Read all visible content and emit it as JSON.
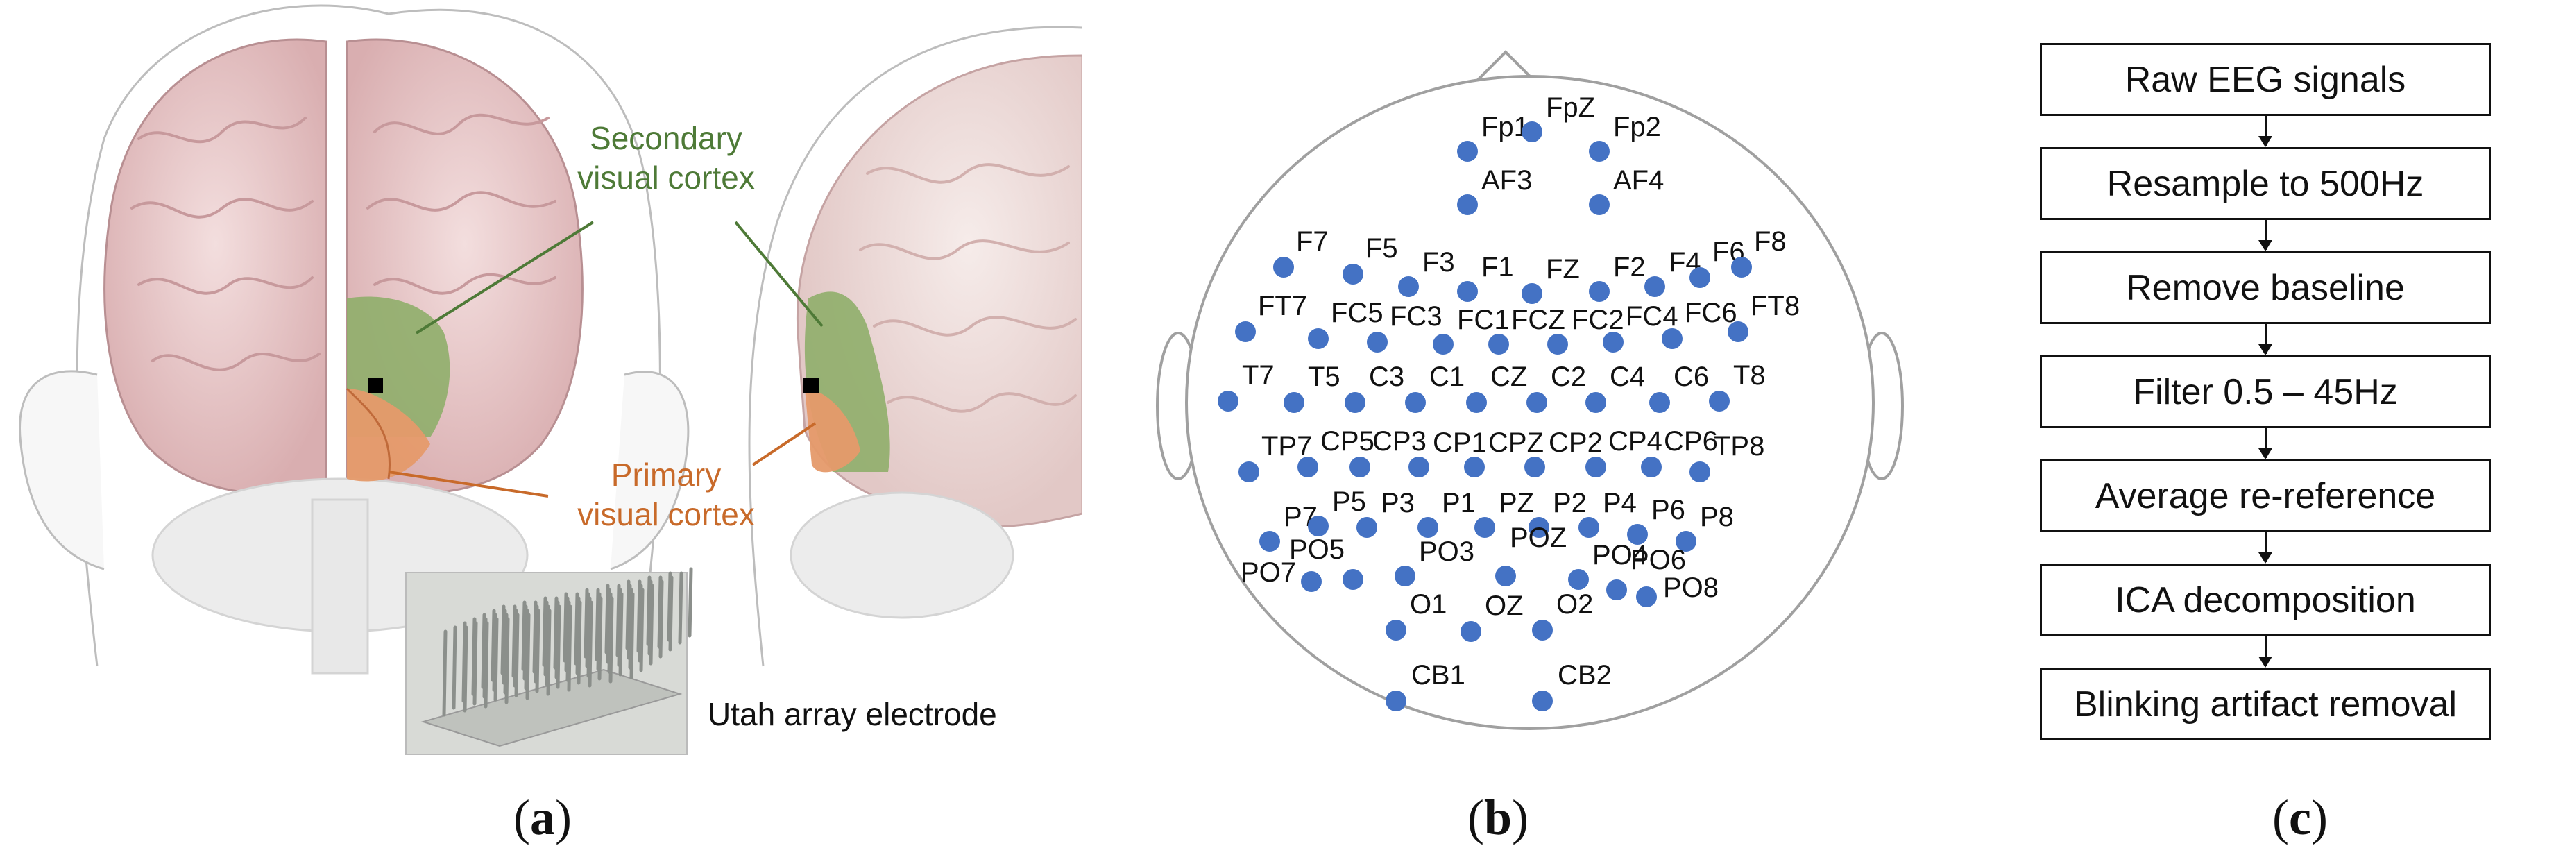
{
  "panel_a": {
    "caption_letter": "a",
    "secondary_label": [
      "Secondary",
      "visual cortex"
    ],
    "primary_label": [
      "Primary",
      "visual cortex"
    ],
    "utah_label": "Utah array electrode",
    "colors": {
      "secondary": "#8fae6a",
      "primary": "#e59a6a",
      "brain": "#e8c6c6"
    }
  },
  "panel_b": {
    "caption_letter": "b",
    "electrode_color": "#4472c4",
    "electrodes": [
      "Fp1",
      "FpZ",
      "Fp2",
      "AF3",
      "AF4",
      "F7",
      "F5",
      "F3",
      "F1",
      "FZ",
      "F2",
      "F4",
      "F6",
      "F8",
      "FT7",
      "FC5",
      "FC3",
      "FC1",
      "FCZ",
      "FC2",
      "FC4",
      "FC6",
      "FT8",
      "T7",
      "T5",
      "C3",
      "C1",
      "CZ",
      "C2",
      "C4",
      "C6",
      "T8",
      "TP7",
      "CP5",
      "CP3",
      "CP1",
      "CPZ",
      "CP2",
      "CP4",
      "CP6",
      "TP8",
      "P7",
      "P5",
      "P3",
      "P1",
      "PZ",
      "P2",
      "P4",
      "P6",
      "P8",
      "PO7",
      "PO5",
      "PO3",
      "POZ",
      "PO4",
      "PO6",
      "PO8",
      "O1",
      "OZ",
      "O2",
      "CB1",
      "CB2"
    ]
  },
  "panel_c": {
    "caption_letter": "c",
    "steps": [
      "Raw EEG signals",
      "Resample to 500Hz",
      "Remove baseline",
      "Filter 0.5 – 45Hz",
      "Average re-reference",
      "ICA decomposition",
      "Blinking artifact removal"
    ]
  }
}
